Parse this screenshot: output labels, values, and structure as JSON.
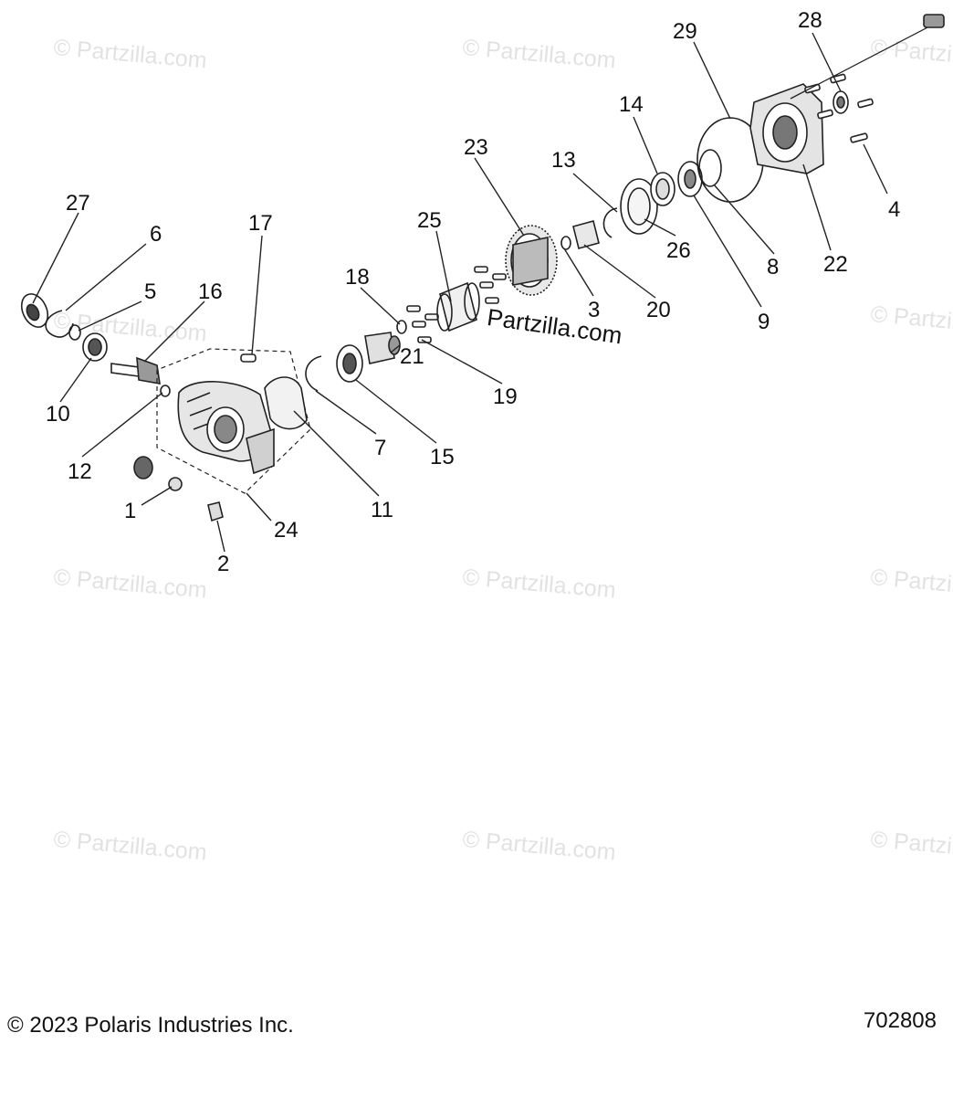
{
  "watermark": "© Partzilla.com",
  "center_mark": "Partzilla.com",
  "footer": {
    "copyright": "© 2023 Polaris Industries Inc.",
    "diagram_number": "702808"
  },
  "callouts": {
    "c1": "1",
    "c2": "2",
    "c3": "3",
    "c4": "4",
    "c5": "5",
    "c6": "6",
    "c7": "7",
    "c8": "8",
    "c9": "9",
    "c10": "10",
    "c11": "11",
    "c12": "12",
    "c13": "13",
    "c14": "14",
    "c15": "15",
    "c16": "16",
    "c17": "17",
    "c18": "18",
    "c19": "19",
    "c20": "20",
    "c21": "21",
    "c22": "22",
    "c23": "23",
    "c24": "24",
    "c25": "25",
    "c26": "26",
    "c27": "27",
    "c28": "28",
    "c29": "29"
  }
}
